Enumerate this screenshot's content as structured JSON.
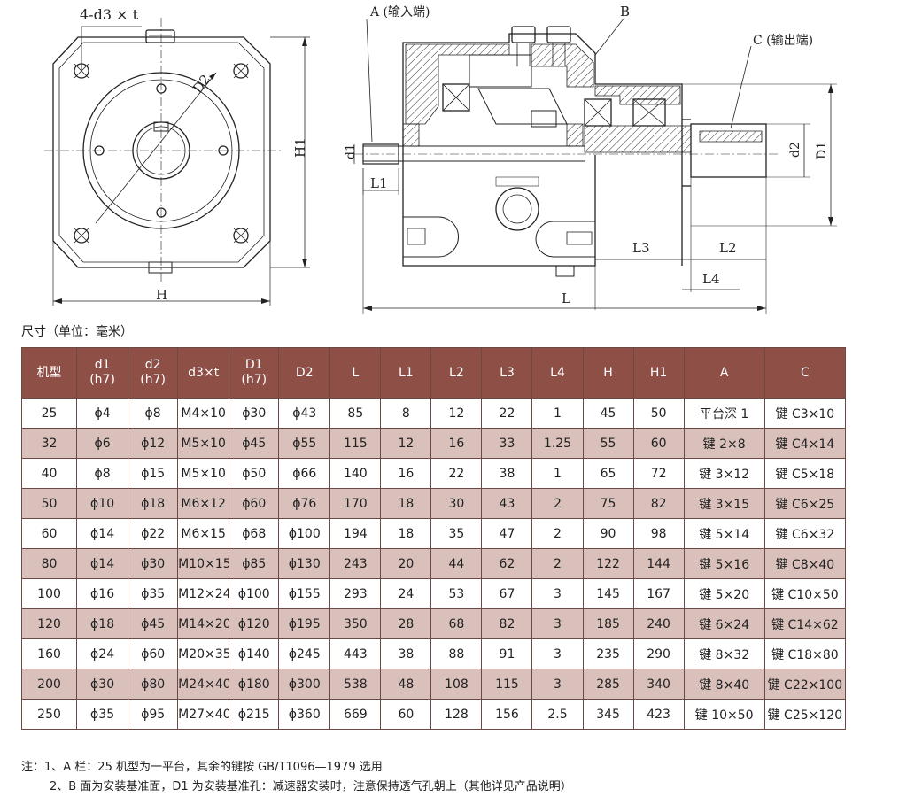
{
  "drawing_labels": {
    "bolt_spec": "4-d3 × t",
    "d2_left": "D2",
    "h1_left": "H1",
    "h_left": "H",
    "a_label": "A (输入端)",
    "b_label": "B",
    "c_label": "C (输出端)",
    "d1": "d1",
    "l1": "L1",
    "l3": "L3",
    "l2": "L2",
    "l4": "L4",
    "l": "L",
    "d2_right": "d2",
    "D1_right": "D1"
  },
  "caption": "尺寸（单位：毫米）",
  "table": {
    "headers": [
      {
        "line1": "机型",
        "line2": ""
      },
      {
        "line1": "d1",
        "line2": "(h7)"
      },
      {
        "line1": "d2",
        "line2": "(h7)"
      },
      {
        "line1": "d3×t",
        "line2": ""
      },
      {
        "line1": "D1",
        "line2": "(h7)"
      },
      {
        "line1": "D2",
        "line2": ""
      },
      {
        "line1": "L",
        "line2": ""
      },
      {
        "line1": "L1",
        "line2": ""
      },
      {
        "line1": "L2",
        "line2": ""
      },
      {
        "line1": "L3",
        "line2": ""
      },
      {
        "line1": "L4",
        "line2": ""
      },
      {
        "line1": "H",
        "line2": ""
      },
      {
        "line1": "H1",
        "line2": ""
      },
      {
        "line1": "A",
        "line2": ""
      },
      {
        "line1": "C",
        "line2": ""
      }
    ],
    "rows": [
      [
        "25",
        "ϕ4",
        "ϕ8",
        "M4×10",
        "ϕ30",
        "ϕ43",
        "85",
        "8",
        "12",
        "22",
        "1",
        "45",
        "50",
        "平台深 1",
        "键 C3×10"
      ],
      [
        "32",
        "ϕ6",
        "ϕ12",
        "M5×10",
        "ϕ45",
        "ϕ55",
        "115",
        "12",
        "16",
        "33",
        "1.25",
        "55",
        "60",
        "键 2×8",
        "键 C4×14"
      ],
      [
        "40",
        "ϕ8",
        "ϕ15",
        "M5×10",
        "ϕ50",
        "ϕ66",
        "140",
        "16",
        "22",
        "38",
        "1",
        "65",
        "72",
        "键 3×12",
        "键 C5×18"
      ],
      [
        "50",
        "ϕ10",
        "ϕ18",
        "M6×12",
        "ϕ60",
        "ϕ76",
        "170",
        "18",
        "30",
        "43",
        "2",
        "75",
        "82",
        "键 3×15",
        "键 C6×25"
      ],
      [
        "60",
        "ϕ14",
        "ϕ22",
        "M6×15",
        "ϕ68",
        "ϕ100",
        "194",
        "18",
        "35",
        "47",
        "2",
        "90",
        "98",
        "键 5×14",
        "键 C6×32"
      ],
      [
        "80",
        "ϕ14",
        "ϕ30",
        "M10×15",
        "ϕ85",
        "ϕ130",
        "243",
        "20",
        "44",
        "62",
        "2",
        "122",
        "144",
        "键 5×16",
        "键 C8×40"
      ],
      [
        "100",
        "ϕ16",
        "ϕ35",
        "M12×24",
        "ϕ100",
        "ϕ155",
        "293",
        "24",
        "53",
        "67",
        "3",
        "145",
        "167",
        "键 5×20",
        "键 C10×50"
      ],
      [
        "120",
        "ϕ18",
        "ϕ45",
        "M14×20",
        "ϕ120",
        "ϕ195",
        "350",
        "28",
        "68",
        "82",
        "3",
        "185",
        "240",
        "键 6×24",
        "键 C14×62"
      ],
      [
        "160",
        "ϕ24",
        "ϕ60",
        "M20×35",
        "ϕ140",
        "ϕ245",
        "443",
        "38",
        "88",
        "91",
        "3",
        "235",
        "290",
        "键 8×32",
        "键 C18×80"
      ],
      [
        "200",
        "ϕ30",
        "ϕ80",
        "M24×40",
        "ϕ180",
        "ϕ300",
        "538",
        "48",
        "108",
        "115",
        "3",
        "285",
        "340",
        "键 8×40",
        "键 C22×100"
      ],
      [
        "250",
        "ϕ35",
        "ϕ95",
        "M27×40",
        "ϕ215",
        "ϕ360",
        "669",
        "60",
        "128",
        "156",
        "2.5",
        "345",
        "423",
        "键 10×50",
        "键 C25×120"
      ]
    ]
  },
  "notes": {
    "line1": "注：1、A 栏：25 机型为一平台，其余的键按 GB/T1096—1979 选用",
    "line2": "2、B 面为安装基准面，D1 为安装基准孔：减速器安装时，注意保持透气孔朝上（其他详见产品说明）"
  },
  "colors": {
    "header_bg": "#8e4f46",
    "header_text": "#ffffff",
    "alt_row_bg": "#d9c0bb",
    "border": "#6b4a44"
  }
}
